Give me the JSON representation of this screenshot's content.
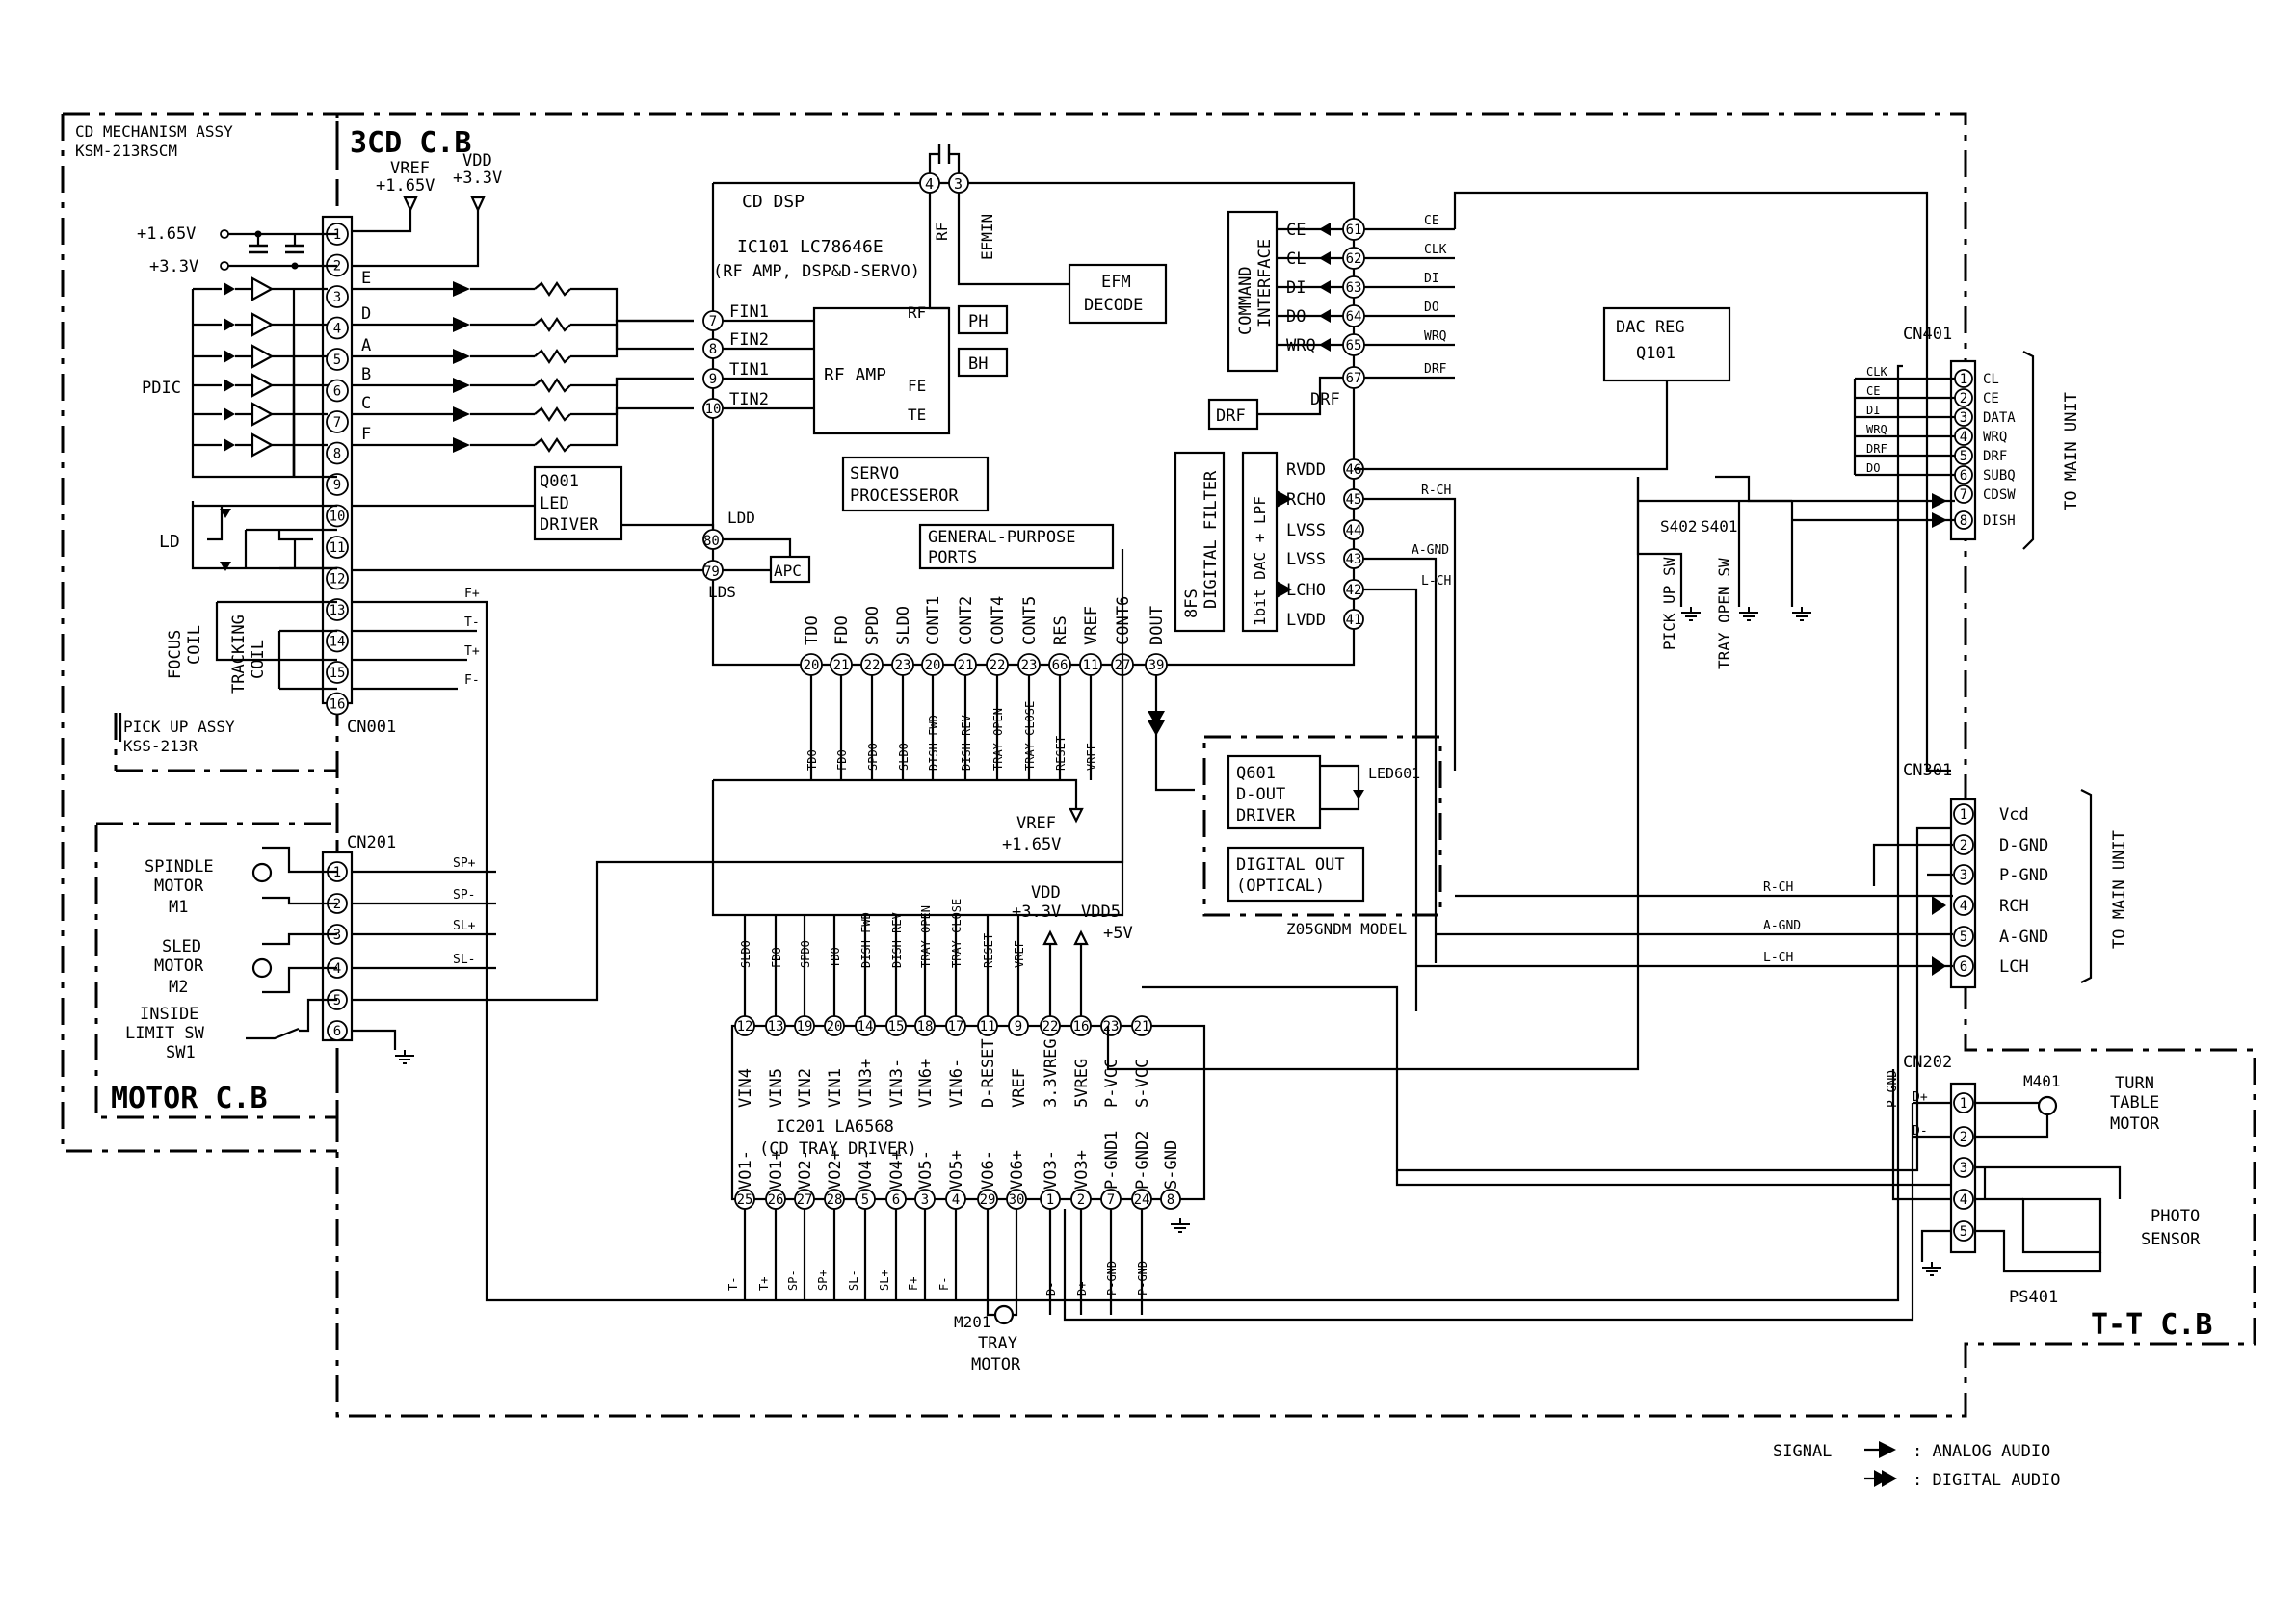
{
  "boards": {
    "main": "3CD C.B",
    "motor": "MOTOR C.B",
    "tt": "T-T C.B"
  },
  "mechanism": {
    "title": "CD MECHANISM ASSY",
    "model": "KSM-213RSCM"
  },
  "pickup": {
    "title": "PICK UP ASSY",
    "model": "KSS-213R"
  },
  "cn001": {
    "name": "CN001",
    "pins": [
      "1",
      "2",
      "3",
      "4",
      "5",
      "6",
      "7",
      "8",
      "9",
      "10",
      "11",
      "12",
      "13",
      "14",
      "15",
      "16"
    ],
    "supply1": "+1.65V",
    "supply2": "+3.3V",
    "signals": [
      "E",
      "D",
      "A",
      "B",
      "C",
      "F"
    ],
    "pdic": "PDIC",
    "ld": "LD",
    "focus_coil": [
      "FOCUS",
      "COIL"
    ],
    "tracking_coil": [
      "TRACKING",
      "COIL"
    ],
    "coil_nets": [
      "F+",
      "T-",
      "T+",
      "F-"
    ]
  },
  "top_supply": {
    "vref": [
      "VREF",
      "+1.65V"
    ],
    "vdd": [
      "VDD",
      "+3.3V"
    ]
  },
  "q001": [
    "Q001",
    "LED",
    "DRIVER"
  ],
  "ic101": {
    "block": "CD DSP",
    "part": "IC101 LC78646E",
    "desc": "(RF AMP, DSP&D-SERVO)",
    "rf_amp": "RF AMP",
    "rf_inputs": [
      "FIN1",
      "FIN2",
      "TIN1",
      "TIN2"
    ],
    "rf_pins": [
      "7",
      "8",
      "9",
      "10"
    ],
    "ph": "PH",
    "bh": "BH",
    "rf": "RF",
    "fe": "FE",
    "te": "TE",
    "efm_pins": [
      "4",
      "3"
    ],
    "rf_lbl": "RF",
    "efmin": "EFMIN",
    "efm_decode": [
      "EFM",
      "DECODE"
    ],
    "servo": [
      "SERVO",
      "PROCESSEROR"
    ],
    "ldd": "LDD",
    "lds": "LDS",
    "ldd_pin": "80",
    "lds_pin": "79",
    "apc": "APC",
    "gp_ports": [
      "GENERAL-PURPOSE",
      "PORTS"
    ],
    "cmd_if": [
      "COMMAND",
      "INTERFACE"
    ],
    "cmd_sigs": [
      "CE",
      "CL",
      "DI",
      "DO",
      "WRQ"
    ],
    "cmd_pins": [
      "61",
      "62",
      "63",
      "64",
      "65",
      "67"
    ],
    "cmd_nets": [
      "CE",
      "CLK",
      "DI",
      "DO",
      "WRQ",
      "DRF"
    ],
    "drf": "DRF",
    "drf_box": "DRF",
    "dfilter": [
      "8FS",
      "DIGITAL FILTER"
    ],
    "dac": "1bit DAC + LPF",
    "dac_sigs": [
      "RVDD",
      "RCHO",
      "LVSS",
      "LVSS",
      "LCHO",
      "LVDD"
    ],
    "dac_pins": [
      "46",
      "45",
      "44",
      "43",
      "42",
      "41"
    ],
    "dac_nets": [
      "R-CH",
      "A-GND",
      "L-CH"
    ],
    "bottom_sigs": [
      "TDO",
      "FDO",
      "SPDO",
      "SLDO",
      "CONT1",
      "CONT2",
      "CONT4",
      "CONT5",
      "RES",
      "VREF",
      "CONT6",
      "DOUT"
    ],
    "bottom_pins": [
      "20",
      "21",
      "22",
      "23",
      "20",
      "21",
      "22",
      "23",
      "66",
      "11",
      "27",
      "39"
    ],
    "bottom_nets": [
      "TDO",
      "FDO",
      "SPDO",
      "SLDO",
      "DISH FWD",
      "DISH REV",
      "TRAY OPEN",
      "TRAY CLOSE",
      "RESET",
      "VREF"
    ],
    "vref_out": [
      "VREF",
      "+1.65V"
    ]
  },
  "dac_reg": [
    "DAC REG",
    "Q101"
  ],
  "cn401": {
    "name": "CN401",
    "pins": [
      "1",
      "2",
      "3",
      "4",
      "5",
      "6",
      "7",
      "8"
    ],
    "labels": [
      "CL",
      "CE",
      "DATA",
      "WRQ",
      "DRF",
      "SUBQ",
      "CDSW",
      "DISH"
    ],
    "nets": [
      "CLK",
      "CE",
      "DI",
      "WRQ",
      "DRF",
      "DO"
    ],
    "to": "TO MAIN UNIT"
  },
  "switches": {
    "s402": "S402",
    "s401": "S401",
    "s402_lbl": "PICK UP SW",
    "s401_lbl": "TRAY OPEN SW"
  },
  "cn301": {
    "name": "CN301",
    "pins": [
      "1",
      "2",
      "3",
      "4",
      "5",
      "6"
    ],
    "labels": [
      "Vcd",
      "D-GND",
      "P-GND",
      "RCH",
      "A-GND",
      "LCH"
    ],
    "nets": [
      "R-CH",
      "A-GND",
      "L-CH"
    ],
    "to": "TO MAIN UNIT"
  },
  "q601": {
    "title": [
      "Q601",
      "D-OUT",
      "DRIVER"
    ],
    "led": "LED601",
    "optical": [
      "DIGITAL OUT",
      "(OPTICAL)"
    ],
    "model": "Z05GNDM MODEL"
  },
  "cn201": {
    "name": "CN201",
    "pins": [
      "1",
      "2",
      "3",
      "4",
      "5",
      "6"
    ],
    "nets": [
      "SP+",
      "SP-",
      "SL+",
      "SL-"
    ],
    "spindle": [
      "SPINDLE",
      "MOTOR",
      "M1"
    ],
    "sled": [
      "SLED",
      "MOTOR",
      "M2"
    ],
    "inside": [
      "INSIDE",
      "LIMIT SW",
      "SW1"
    ]
  },
  "ic201": {
    "part": "IC201 LA6568",
    "desc": "(CD TRAY DRIVER)",
    "top_pins": [
      "12",
      "13",
      "19",
      "20",
      "14",
      "15",
      "18",
      "17",
      "11",
      "9",
      "22",
      "16",
      "23",
      "21"
    ],
    "top_sigs": [
      "VIN4",
      "VIN5",
      "VIN2",
      "VIN1",
      "VIN3+",
      "VIN3-",
      "VIN6+",
      "VIN6-",
      "D-RESET",
      "VREF",
      "3.3VREG",
      "5VREG",
      "P-VCC",
      "S-VCC"
    ],
    "top_nets": [
      "SLDO",
      "FDO",
      "SPDO",
      "TDO",
      "DISH FWD",
      "DISH REV",
      "TRAY OPEN",
      "TRAY CLOSE",
      "RESET",
      "VREF"
    ],
    "bot_pins": [
      "25",
      "26",
      "27",
      "28",
      "5",
      "6",
      "3",
      "4",
      "29",
      "30",
      "1",
      "2",
      "7",
      "24",
      "8"
    ],
    "bot_sigs": [
      "VO1-",
      "VO1+",
      "VO2-",
      "VO2+",
      "VO4-",
      "VO4+",
      "VO5-",
      "VO5+",
      "VO6-",
      "VO6+",
      "VO3-",
      "VO3+",
      "P-GND1",
      "P-GND2",
      "S-GND"
    ],
    "bot_nets": [
      "T-",
      "T+",
      "SP-",
      "SP+",
      "SL-",
      "SL+",
      "F+",
      "F-",
      "D-",
      "D+",
      "P-GND",
      "P-GND"
    ],
    "vdd": [
      "VDD",
      "+3.3V"
    ],
    "vdd5": [
      "VDD5",
      "+5V"
    ]
  },
  "tray_motor": [
    "M201",
    "TRAY",
    "MOTOR"
  ],
  "cn202": {
    "name": "CN202",
    "pins": [
      "1",
      "2",
      "3",
      "4",
      "5"
    ],
    "nets": [
      "P-GND",
      "D+",
      "D-"
    ],
    "turntable": [
      "M401",
      "TURN",
      "TABLE",
      "MOTOR"
    ],
    "photo": [
      "PHOTO",
      "SENSOR"
    ],
    "ps": "PS401"
  },
  "legend": {
    "signal": "SIGNAL",
    "analog": ": ANALOG AUDIO",
    "digital": ": DIGITAL AUDIO"
  }
}
